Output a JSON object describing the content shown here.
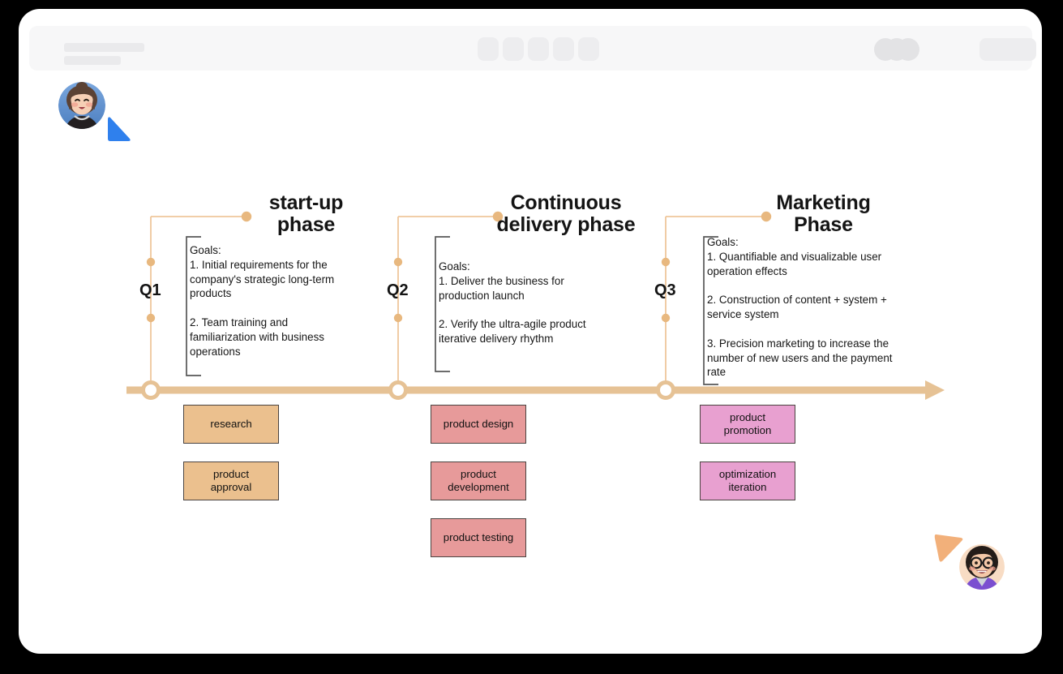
{
  "window": {
    "card_background": "#ffffff",
    "page_background": "#000000"
  },
  "toolbar": {
    "skeleton": true,
    "placeholder_bars": 2,
    "placeholder_squares": 5,
    "avatar_stack_count": 3,
    "share_pill": true,
    "background": "#f7f7f8"
  },
  "presence": [
    {
      "name": "collaborator-cursor-blue",
      "cursor_color": "#2f80ed",
      "avatar_background": "#5e8fd0",
      "position": "top-left"
    },
    {
      "name": "collaborator-cursor-orange",
      "cursor_color": "#f2b07a",
      "avatar_background": "#f6d6bd",
      "position": "bottom-right"
    }
  ],
  "diagram": {
    "type": "timeline-roadmap",
    "axis": {
      "color": "#e6c295",
      "node_fill": "#ffffff",
      "arrow_direction": "right"
    },
    "connector_color": "#efc79b",
    "bracket_color": "#585858",
    "milestones": [
      {
        "quarter": "Q1",
        "title": "start-up\nphase",
        "goals": "Goals:\n1. Initial requirements for the company's strategic long-term products\n\n2. Team training and familiarization with business operations",
        "box_fill": "#ebc08e",
        "deliverables": [
          {
            "label": "research"
          },
          {
            "label": "product\napproval"
          }
        ]
      },
      {
        "quarter": "Q2",
        "title": "Continuous\ndelivery phase",
        "goals": "Goals:\n1. Deliver the business for production launch\n\n2. Verify the ultra-agile product iterative delivery rhythm",
        "box_fill": "#e79a9a",
        "deliverables": [
          {
            "label": "product design"
          },
          {
            "label": "product\ndevelopment"
          },
          {
            "label": "product testing"
          }
        ]
      },
      {
        "quarter": "Q3",
        "title": "Marketing\nPhase",
        "goals": "Goals:\n1. Quantifiable and visualizable user operation effects\n\n2. Construction of content + system + service system\n\n3. Precision marketing to increase the number of new users and the payment rate",
        "box_fill": "#e8a0d0",
        "deliverables": [
          {
            "label": "product\npromotion"
          },
          {
            "label": "optimization\niteration"
          }
        ]
      }
    ]
  }
}
